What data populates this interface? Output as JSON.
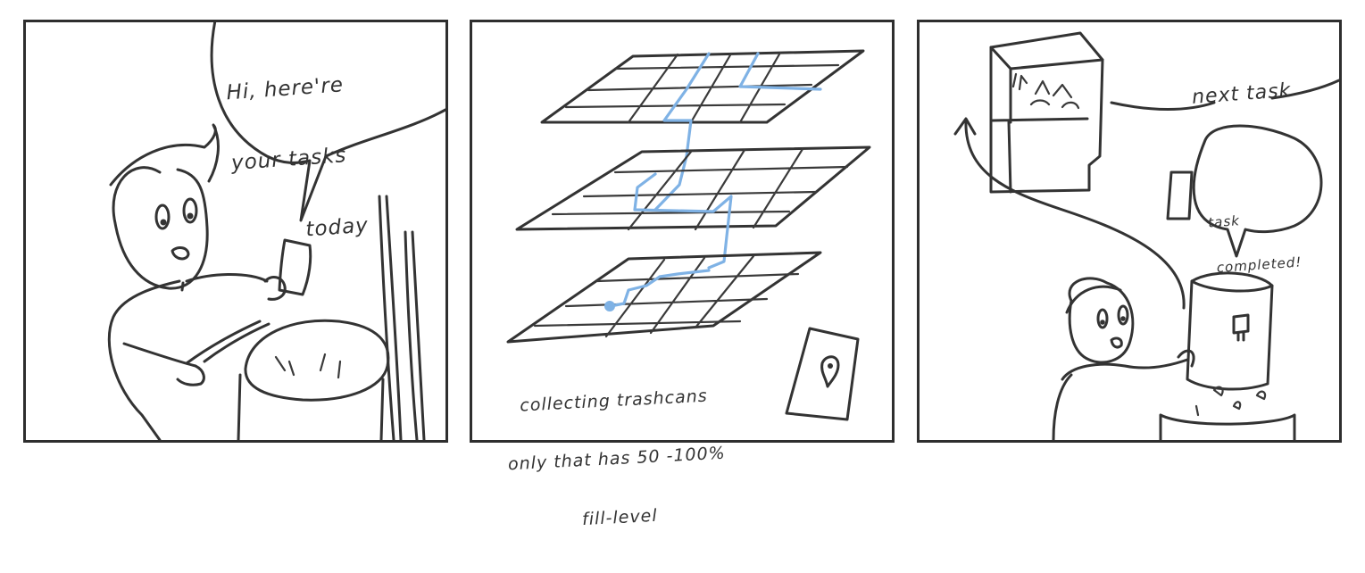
{
  "panel1": {
    "speech": [
      "Hi, here're",
      "your tasks",
      "today"
    ]
  },
  "panel2": {
    "caption": [
      "collecting trashcans",
      "only that has 50 -100%",
      "fill-level"
    ]
  },
  "panel3": {
    "next_label": "next task",
    "bubble": [
      "task",
      "completed!"
    ]
  },
  "colors": {
    "ink": "#333333",
    "route": "#7fb2e5"
  }
}
